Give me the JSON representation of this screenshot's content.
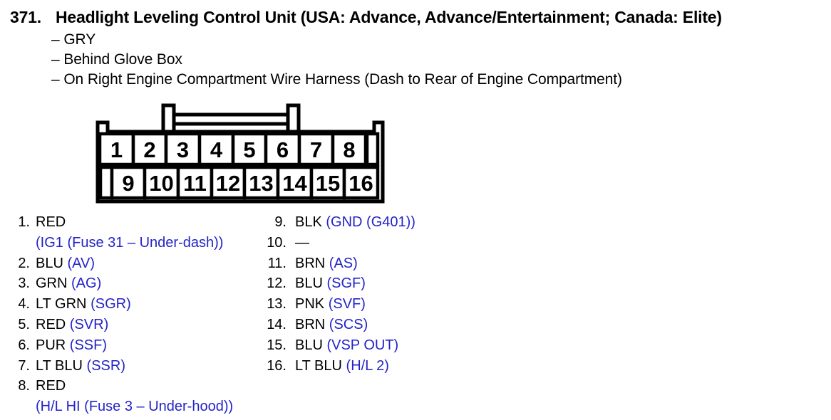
{
  "header": {
    "item_number": "371.",
    "title": "Headlight Leveling Control Unit (USA: Advance, Advance/Entertainment; Canada: Elite)",
    "location_notes": [
      "– GRY",
      "– Behind Glove Box",
      "– On Right Engine Compartment Wire Harness (Dash to Rear of Engine Compartment)"
    ]
  },
  "connector": {
    "description": "16-pin connector, two rows, latch on top",
    "top_row": [
      "1",
      "2",
      "3",
      "4",
      "5",
      "6",
      "7",
      "8"
    ],
    "bottom_row": [
      "9",
      "10",
      "11",
      "12",
      "13",
      "14",
      "15",
      "16"
    ]
  },
  "pinout": {
    "left_column": [
      {
        "num": "1.",
        "wire": "RED",
        "signal": "(IG1 (Fuse 31 – Under-dash))"
      },
      {
        "num": "2.",
        "wire": "BLU",
        "signal": "(AV)"
      },
      {
        "num": "3.",
        "wire": "GRN",
        "signal": "(AG)"
      },
      {
        "num": "4.",
        "wire": "LT GRN",
        "signal": "(SGR)"
      },
      {
        "num": "5.",
        "wire": "RED",
        "signal": "(SVR)"
      },
      {
        "num": "6.",
        "wire": "PUR",
        "signal": "(SSF)"
      },
      {
        "num": "7.",
        "wire": "LT BLU",
        "signal": "(SSR)"
      },
      {
        "num": "8.",
        "wire": "RED",
        "signal": "(H/L HI (Fuse 3 – Under-hood))"
      }
    ],
    "right_column": [
      {
        "num": "9.",
        "wire": "BLK",
        "signal": "(GND (G401))"
      },
      {
        "num": "10.",
        "wire": "—",
        "signal": ""
      },
      {
        "num": "11.",
        "wire": "BRN",
        "signal": "(AS)"
      },
      {
        "num": "12.",
        "wire": "BLU",
        "signal": "(SGF)"
      },
      {
        "num": "13.",
        "wire": "PNK",
        "signal": "(SVF)"
      },
      {
        "num": "14.",
        "wire": "BRN",
        "signal": "(SCS)"
      },
      {
        "num": "15.",
        "wire": "BLU",
        "signal": "(VSP OUT)"
      },
      {
        "num": "16.",
        "wire": "LT BLU",
        "signal": "(H/L 2)"
      }
    ]
  },
  "colors": {
    "background": "#ffffff",
    "text": "#000000",
    "signal_blue": "#2323c8"
  }
}
